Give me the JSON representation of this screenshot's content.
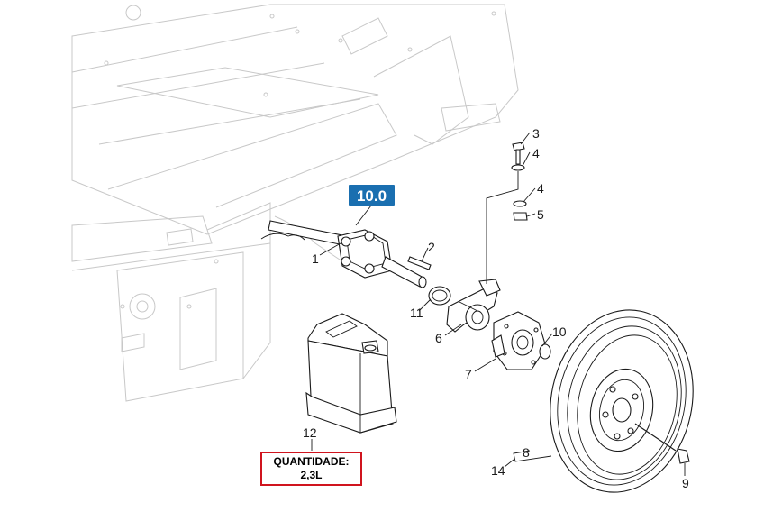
{
  "reference_tag": {
    "label": "10.0",
    "color": "#1a6fb0"
  },
  "callouts": [
    {
      "id": "1",
      "label": "1"
    },
    {
      "id": "2",
      "label": "2"
    },
    {
      "id": "3",
      "label": "3"
    },
    {
      "id": "4a",
      "label": "4"
    },
    {
      "id": "4b",
      "label": "4"
    },
    {
      "id": "5",
      "label": "5"
    },
    {
      "id": "6",
      "label": "6"
    },
    {
      "id": "7",
      "label": "7"
    },
    {
      "id": "8",
      "label": "8"
    },
    {
      "id": "9",
      "label": "9"
    },
    {
      "id": "10",
      "label": "10"
    },
    {
      "id": "11",
      "label": "11"
    },
    {
      "id": "12",
      "label": "12"
    },
    {
      "id": "14",
      "label": "14"
    }
  ],
  "quantity_note": {
    "line1": "QUANTIDADE:",
    "line2": "2,3L",
    "border_color": "#d0141e"
  }
}
